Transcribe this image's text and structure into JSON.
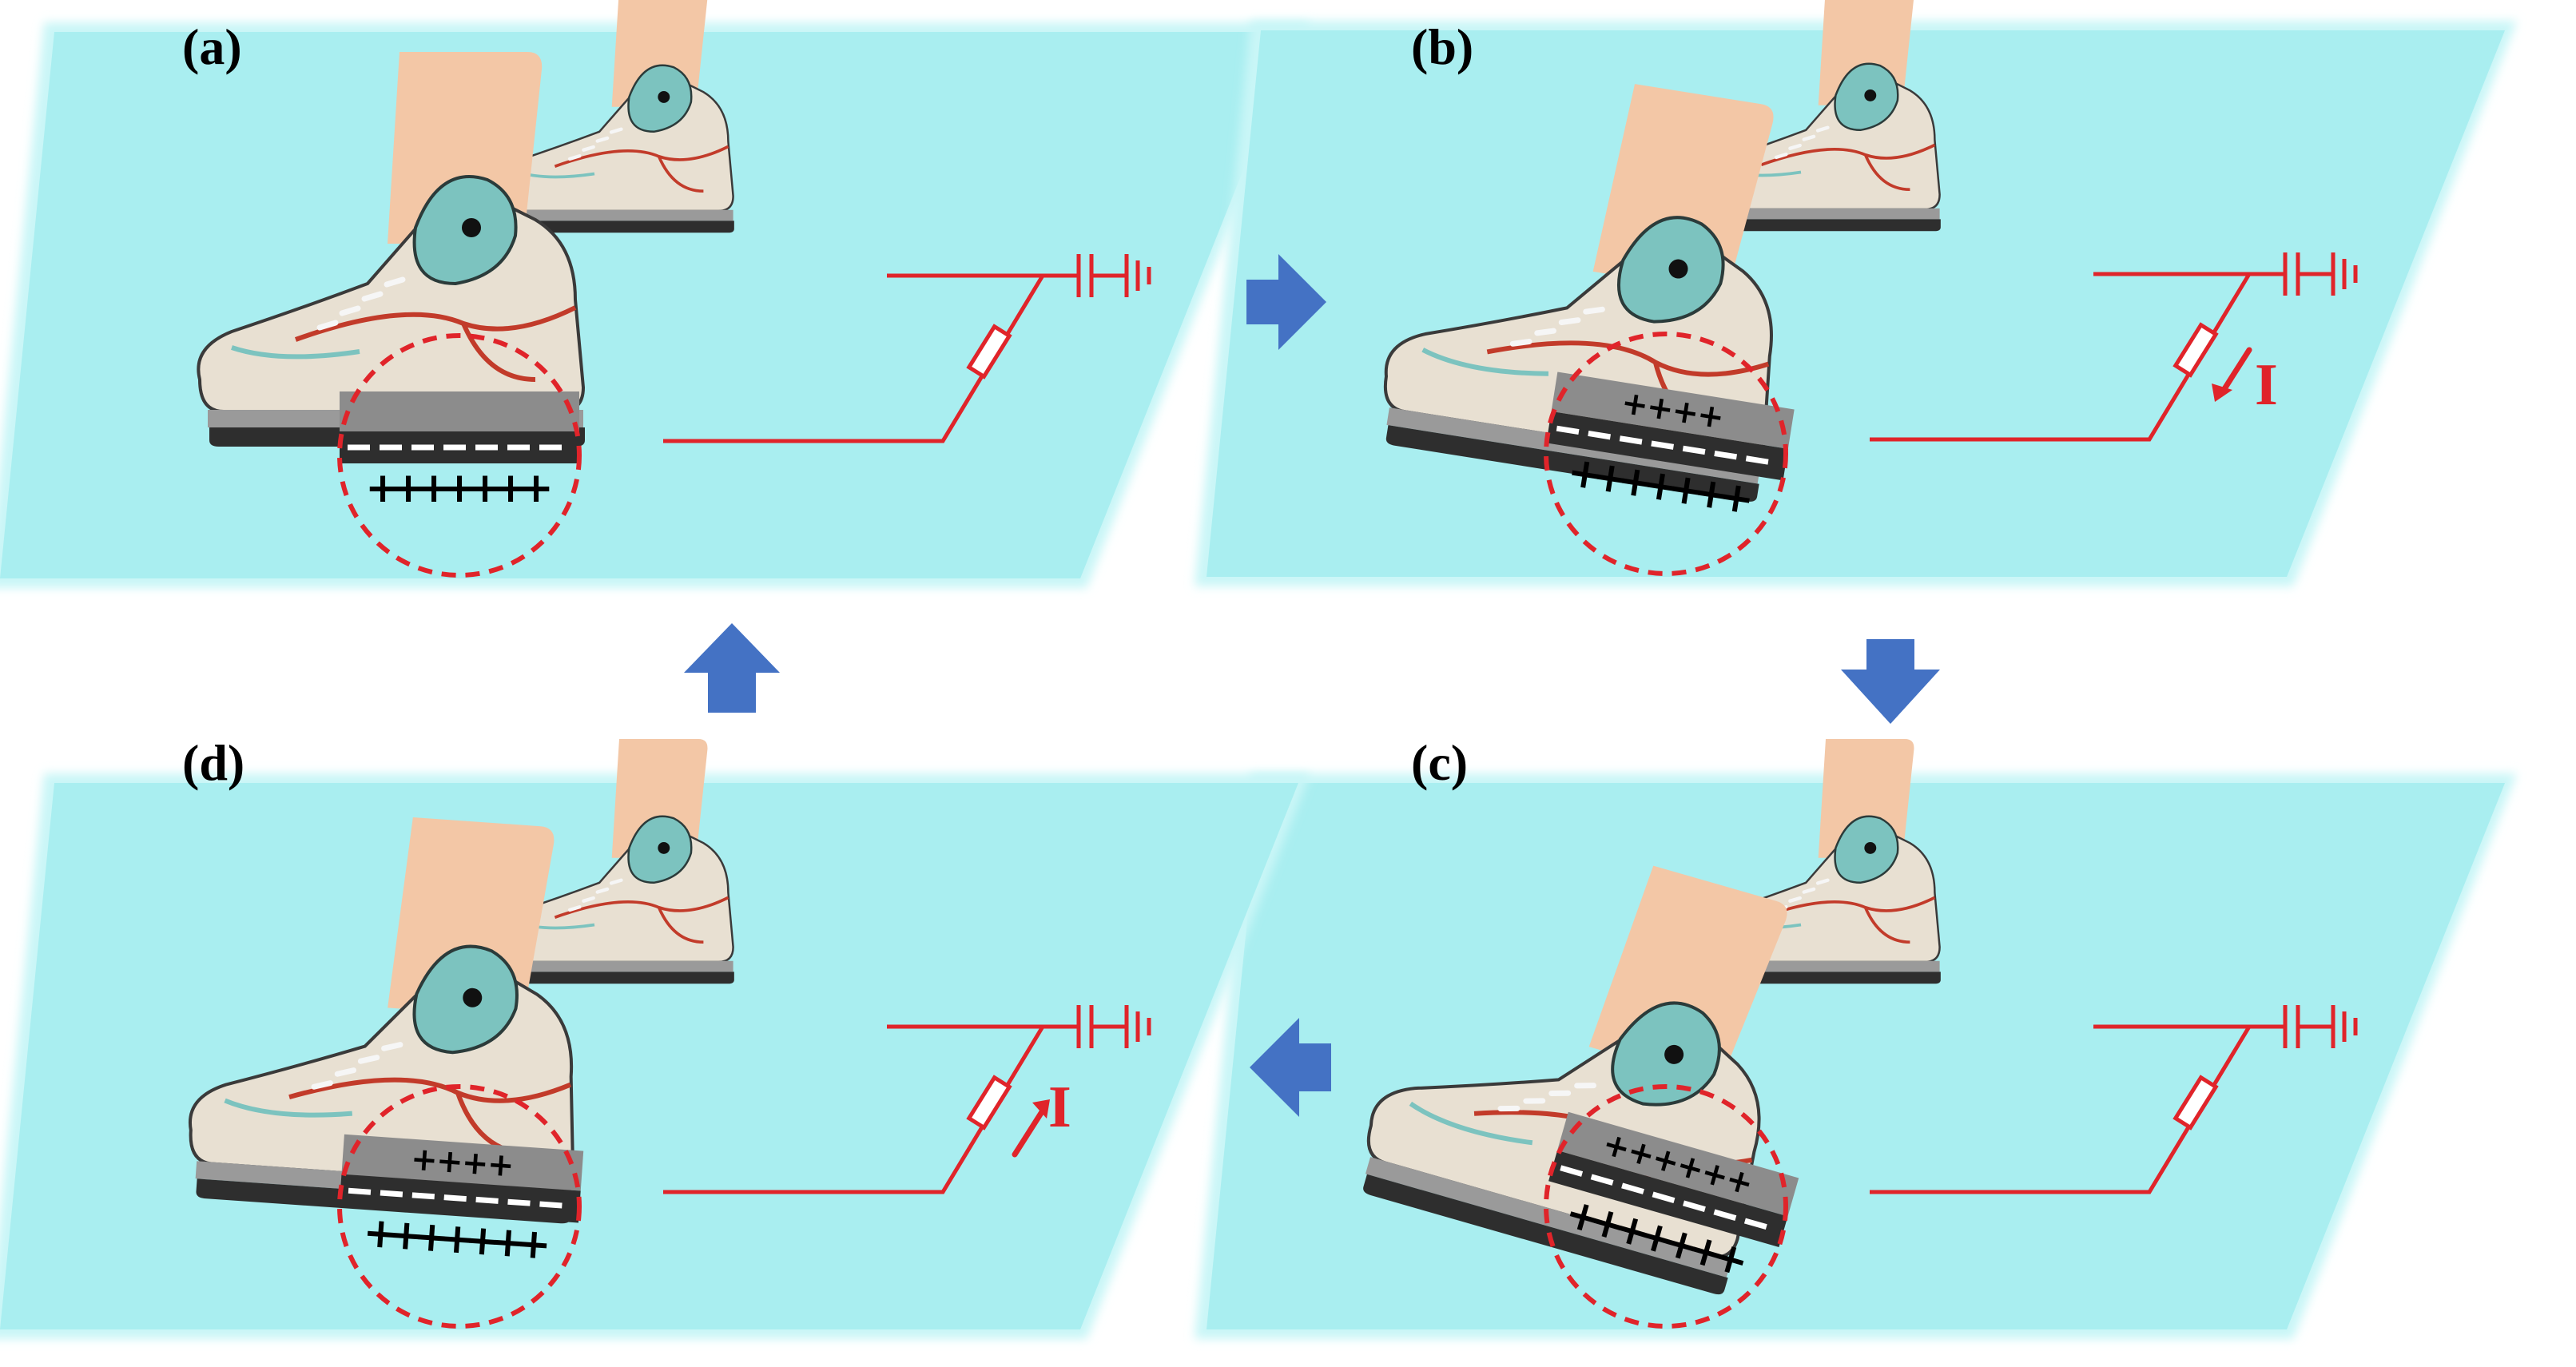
{
  "colors": {
    "surface": "#a9eef0",
    "surface_edge": "#c9f6f7",
    "wire": "#e0242a",
    "arrow": "#4472c4",
    "shoe_body": "#e8e0d2",
    "shoe_stripe": "#c23b2a",
    "shoe_collar": "#7cc3bf",
    "leg": "#f3c7a6",
    "sole_gray": "#9a9a9a",
    "sole_dark": "#2e2e2e",
    "dashed_circle": "#e0242a"
  },
  "panels": [
    {
      "id": "a",
      "label": "(a)",
      "current_label": "",
      "current_direction": "none",
      "plus_count_top": 0,
      "plus_count_bottom": 7,
      "state": "lifted"
    },
    {
      "id": "b",
      "label": "(b)",
      "current_label": "I",
      "current_direction": "down",
      "plus_count_top": 4,
      "plus_count_bottom": 7,
      "state": "approaching"
    },
    {
      "id": "c",
      "label": "(c)",
      "current_label": "",
      "current_direction": "none",
      "plus_count_top": 6,
      "plus_count_bottom": 7,
      "state": "contact"
    },
    {
      "id": "d",
      "label": "(d)",
      "current_label": "I",
      "current_direction": "up",
      "plus_count_top": 4,
      "plus_count_bottom": 7,
      "state": "separating"
    }
  ],
  "flow_arrows": [
    {
      "from": "a",
      "to": "b",
      "icon": "arrow-right-icon"
    },
    {
      "from": "b",
      "to": "c",
      "icon": "arrow-down-icon"
    },
    {
      "from": "c",
      "to": "d",
      "icon": "arrow-left-icon"
    },
    {
      "from": "d",
      "to": "a",
      "icon": "arrow-up-icon"
    }
  ],
  "symbols": {
    "positive_charge": "+",
    "ground_icon": "ground-icon",
    "resistor_icon": "resistor-icon"
  }
}
